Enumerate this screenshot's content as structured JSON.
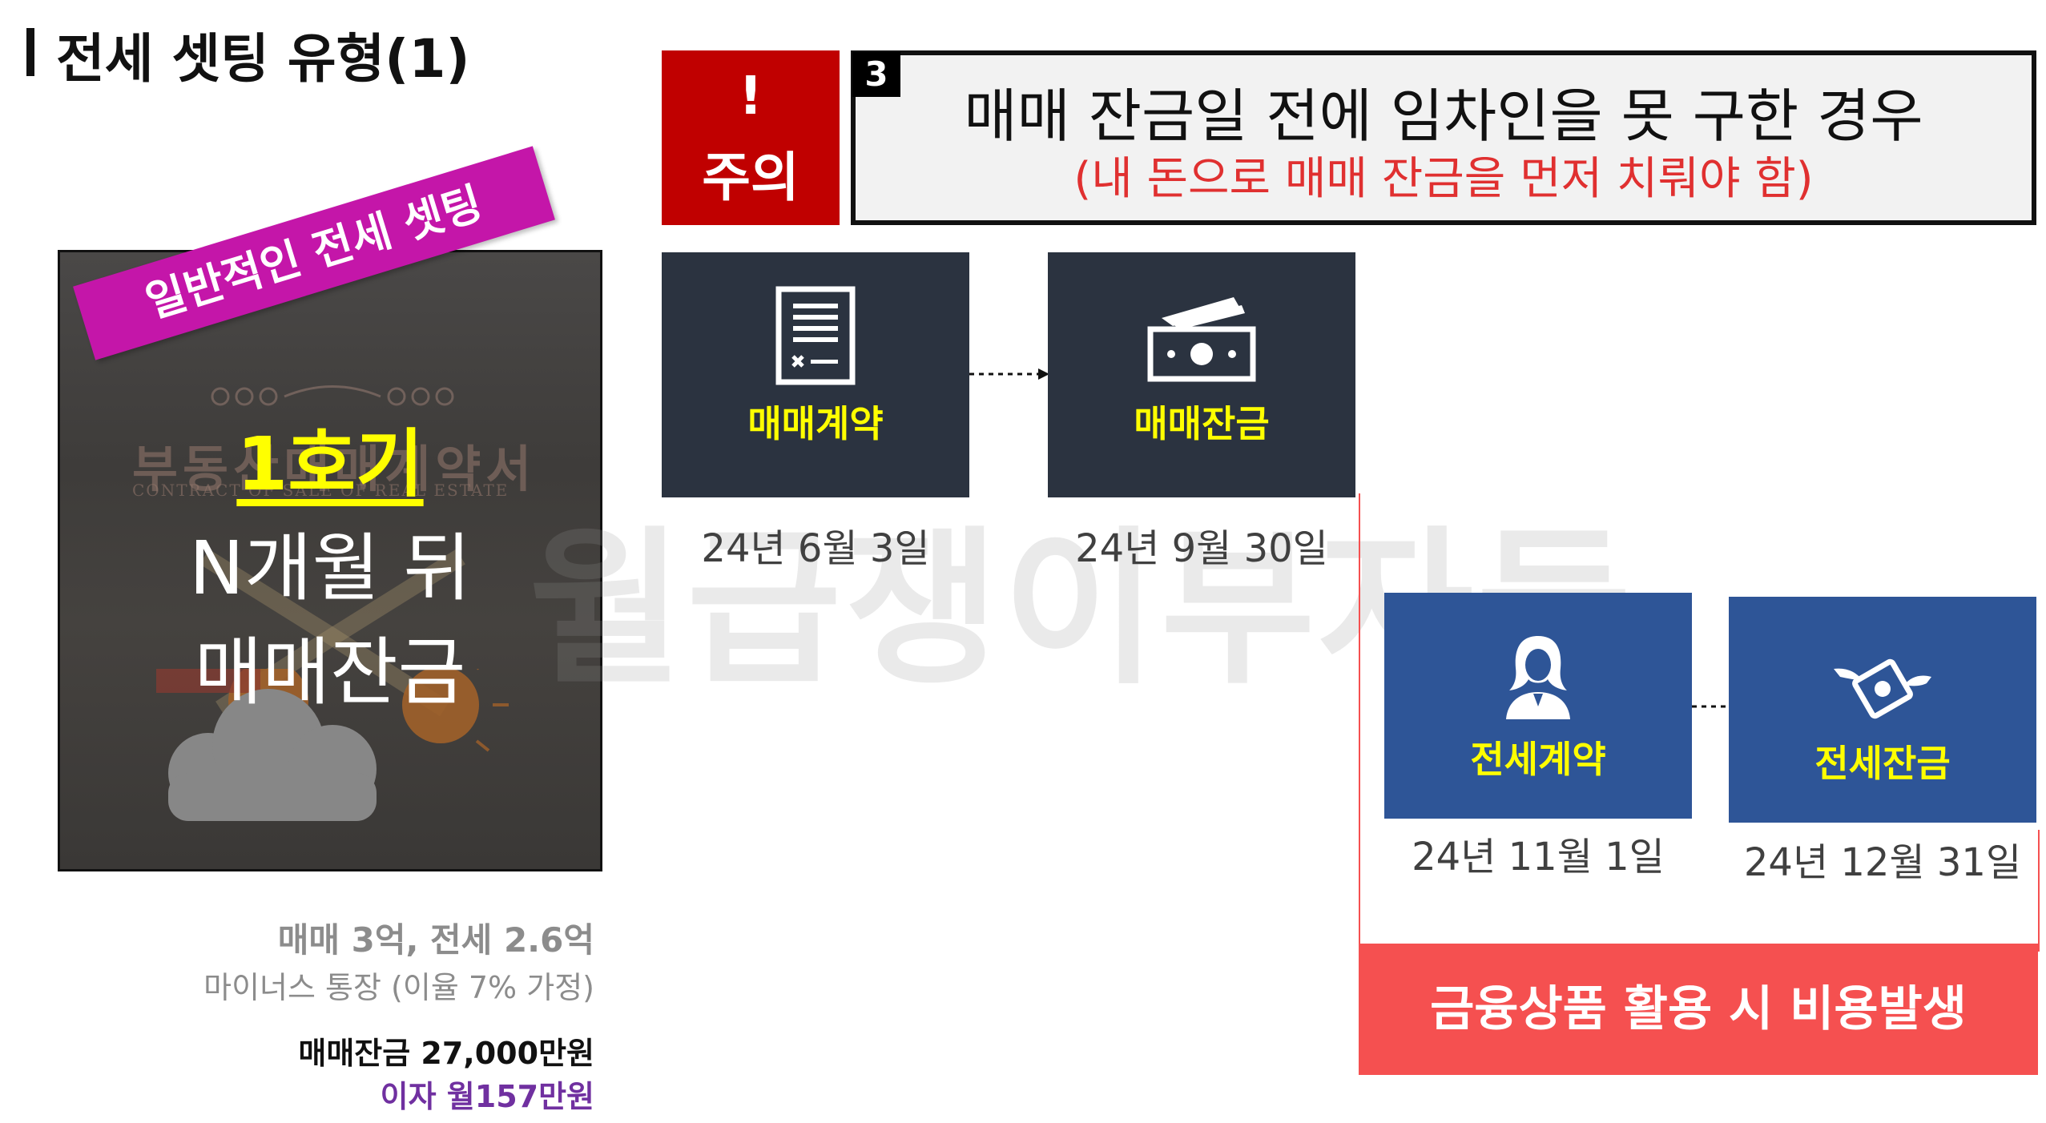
{
  "page_title": "전세 셋팅 유형(1)",
  "left_panel": {
    "ribbon": "일반적인 전세 셋팅",
    "photo_doc_heading": "부동산매매계약서",
    "photo_doc_sub": "CONTRACT OF SALE OF REAL ESTATE",
    "line1": "1호기",
    "line2": "N개월 뒤",
    "line3": "매매잔금",
    "info_price": "매매 3억, 전세 2.6억",
    "info_loan": "마이너스 통장 (이율 7% 가정)",
    "info_balance": "매매잔금 27,000만원",
    "info_interest": "이자 월157만원"
  },
  "caution": {
    "mark": "!",
    "label": "주의"
  },
  "header": {
    "number": "3",
    "title": "매매 잔금일 전에 임차인을 못 구한 경우",
    "subtitle": "(내 돈으로 매매 잔금을 먼저 치뤄야 함)"
  },
  "watermark": "월급쟁이부자들",
  "steps": [
    {
      "label": "매매계약",
      "date": "24년 6월 3일",
      "icon": "contract-document-icon"
    },
    {
      "label": "매매잔금",
      "date": "24년 9월 30일",
      "icon": "cash-stack-icon"
    },
    {
      "label": "전세계약",
      "date": "24년 11월 1일",
      "icon": "person-icon"
    },
    {
      "label": "전세잔금",
      "date": "24년 12월 31일",
      "icon": "flying-money-icon"
    }
  ],
  "cost_banner": "금융상품 활용 시 비용발생",
  "colors": {
    "caution_red": "#c00000",
    "dark_step": "#2b3340",
    "blue_step": "#2e5597",
    "label_yellow": "#ffff00",
    "ribbon_magenta": "#c416a9",
    "banner_red": "#f55050",
    "interest_purple": "#7030a0"
  }
}
